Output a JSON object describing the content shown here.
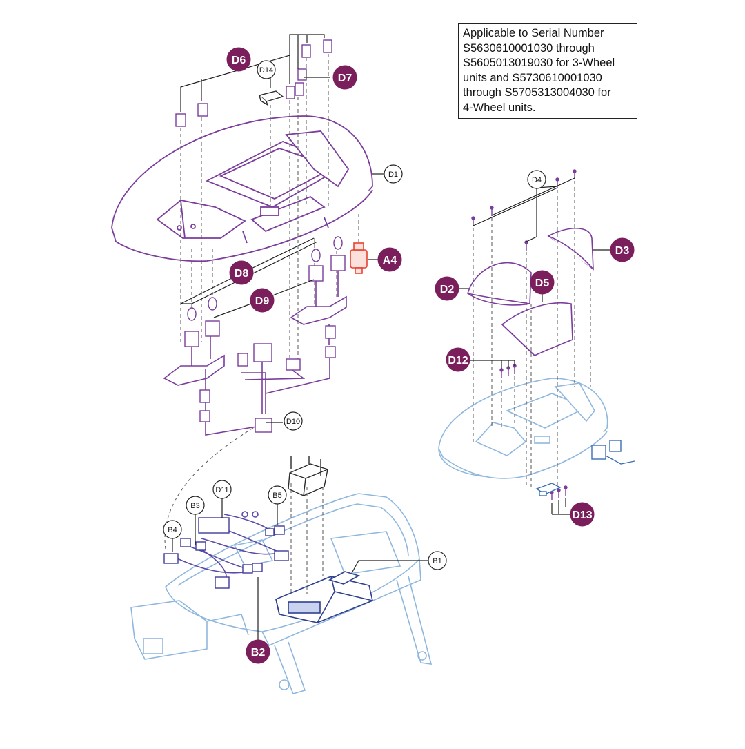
{
  "note": {
    "lines": [
      "Applicable to Serial Number",
      "S5630610001030 through",
      "S5605013019030 for 3-Wheel",
      "units and S5730610001030",
      "through S5705313004030 for",
      "4-Wheel units."
    ]
  },
  "colors": {
    "primary_part": "#7b3d9c",
    "context_part": "#8fb7de",
    "callout_fill": "#7a1f5c",
    "callout_text": "#ffffff",
    "highlight_part": "#e8412f",
    "leader": "#222222",
    "note_border": "#222222"
  },
  "labels": {
    "D6": "D6",
    "D14": "D14",
    "D7": "D7",
    "D1": "D1",
    "A4": "A4",
    "D8": "D8",
    "D9": "D9",
    "D10": "D10",
    "D11": "D11",
    "B3": "B3",
    "B4": "B4",
    "B5": "B5",
    "B1": "B1",
    "B2": "B2",
    "D4": "D4",
    "D3": "D3",
    "D2": "D2",
    "D5": "D5",
    "D12": "D12",
    "D13": "D13"
  }
}
